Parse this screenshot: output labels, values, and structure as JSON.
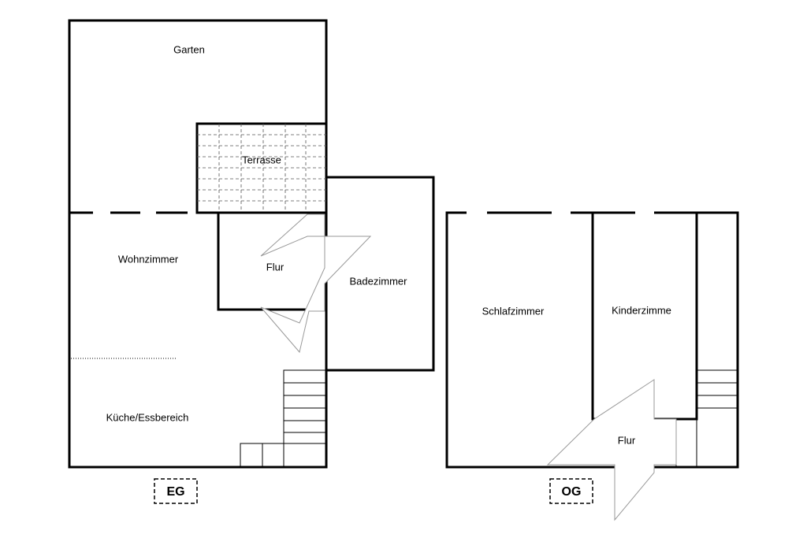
{
  "eg": {
    "floor_label": "EG",
    "rooms": {
      "garten": "Garten",
      "terrasse": "Terrasse",
      "wohnzimmer": "Wohnzimmer",
      "flur": "Flur",
      "badezimmer": "Badezimmer",
      "kueche": "Küche/Essbereich"
    }
  },
  "og": {
    "floor_label": "OG",
    "rooms": {
      "schlafzimmer": "Schlafzimmer",
      "kinderzimmer": "Kinderzimme",
      "flur": "Flur"
    }
  }
}
